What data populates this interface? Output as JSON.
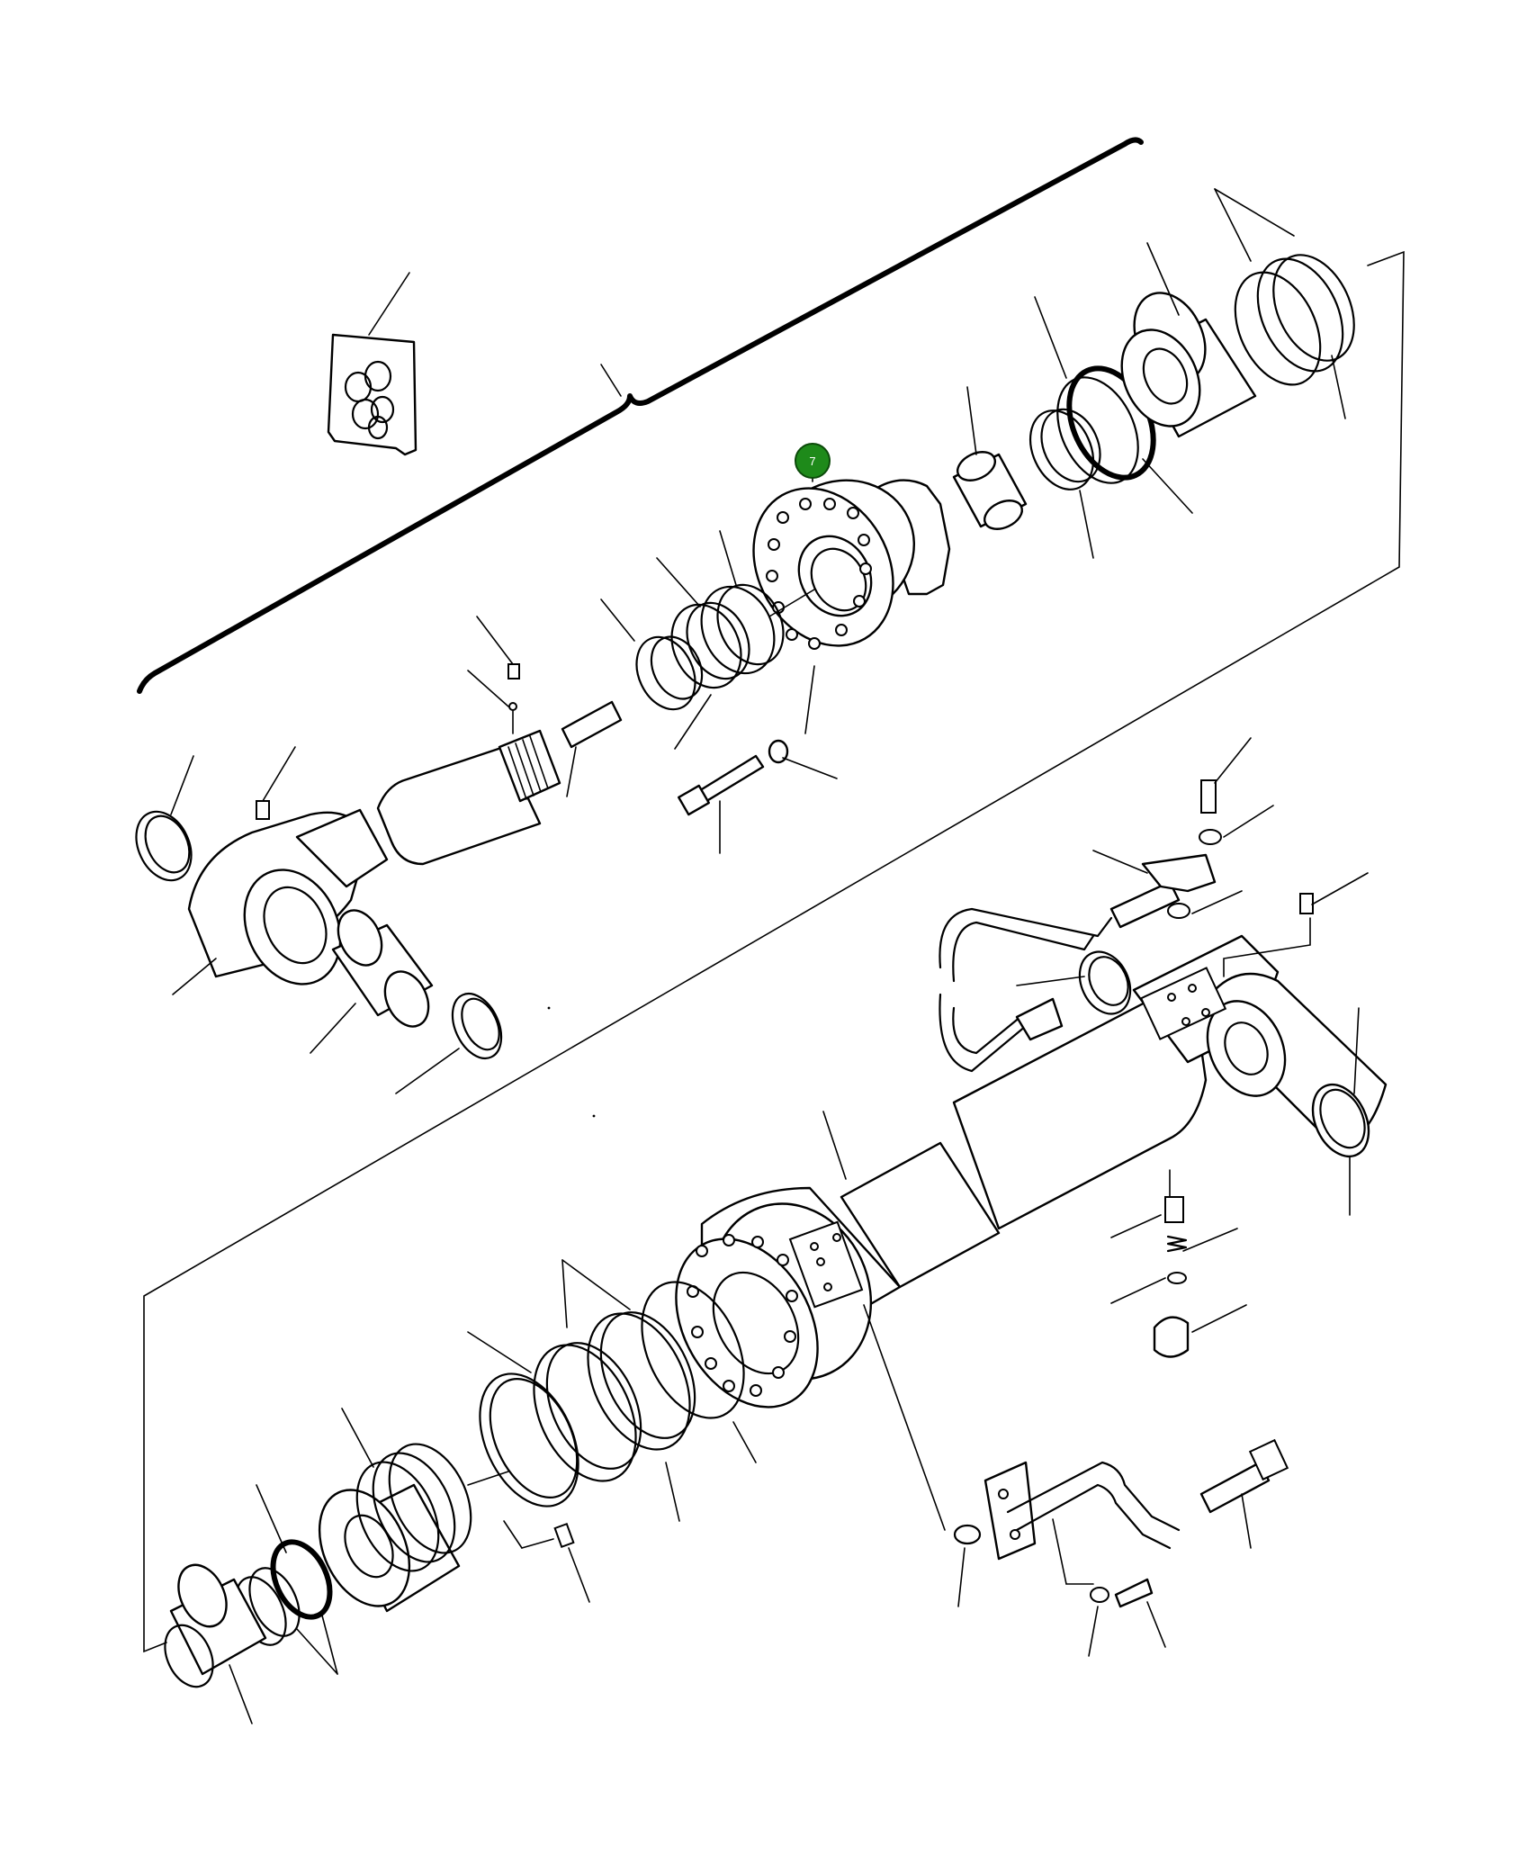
{
  "diagram": {
    "type": "exploded-parts-view",
    "callouts": [
      {
        "id": "7",
        "label": "7",
        "color": "#1e8a1a",
        "part": "cylinder-head"
      }
    ]
  }
}
